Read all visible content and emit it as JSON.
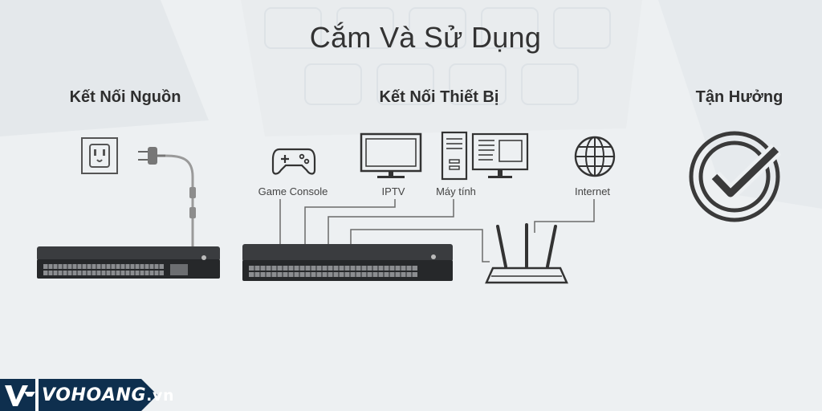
{
  "title": "Cắm Và Sử Dụng",
  "sections": {
    "power": "Kết Nối Nguồn",
    "devices": "Kết Nối Thiết Bị",
    "enjoy": "Tận Hưởng"
  },
  "device_labels": {
    "game_console": "Game Console",
    "iptv": "IPTV",
    "computer": "Máy tính",
    "internet": "Internet"
  },
  "brand": {
    "name": "VOHOANG",
    "suffix": ".vn"
  },
  "colors": {
    "background": "#edf0f2",
    "line": "#6b6b6b",
    "switch_body": "#2a2c2e",
    "brand_navy": "#0e2f4e"
  }
}
